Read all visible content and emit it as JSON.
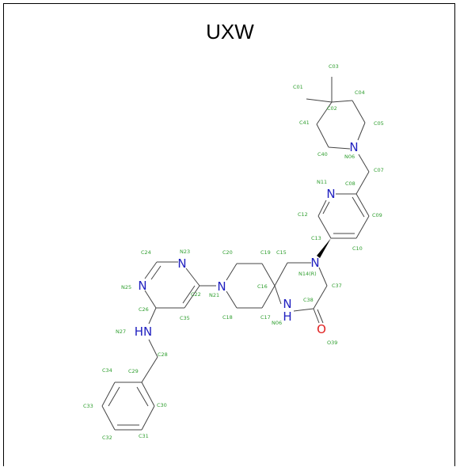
{
  "molecule": {
    "title": "UXW",
    "colors": {
      "bond": "#444444",
      "label": "#2e9e2e",
      "nitrogen": "#2020c0",
      "oxygen": "#e02020"
    },
    "heteroatoms": [
      {
        "id": "n06",
        "symbol": "N"
      },
      {
        "id": "n11",
        "symbol": "N"
      },
      {
        "id": "n14",
        "symbol": "N"
      },
      {
        "id": "n06b",
        "symbol": "N"
      },
      {
        "id": "h06b",
        "symbol": "H"
      },
      {
        "id": "o39",
        "symbol": "O"
      },
      {
        "id": "n21",
        "symbol": "N"
      },
      {
        "id": "n23",
        "symbol": "N"
      },
      {
        "id": "n25",
        "symbol": "N"
      },
      {
        "id": "n27",
        "symbol": "HN"
      }
    ],
    "atom_labels": [
      {
        "id": "c03",
        "text": "C03"
      },
      {
        "id": "c01",
        "text": "C01"
      },
      {
        "id": "c04",
        "text": "C04"
      },
      {
        "id": "c02",
        "text": "C02"
      },
      {
        "id": "c41",
        "text": "C41"
      },
      {
        "id": "c05",
        "text": "C05"
      },
      {
        "id": "c40",
        "text": "C40"
      },
      {
        "id": "n06lbl",
        "text": "N06"
      },
      {
        "id": "c07",
        "text": "C07"
      },
      {
        "id": "n11lbl",
        "text": "N11"
      },
      {
        "id": "c08",
        "text": "C08"
      },
      {
        "id": "c12",
        "text": "C12"
      },
      {
        "id": "c09",
        "text": "C09"
      },
      {
        "id": "c13",
        "text": "C13"
      },
      {
        "id": "c10",
        "text": "C10"
      },
      {
        "id": "c24",
        "text": "C24"
      },
      {
        "id": "n23lbl",
        "text": "N23"
      },
      {
        "id": "c20",
        "text": "C20"
      },
      {
        "id": "c19",
        "text": "C19"
      },
      {
        "id": "c15",
        "text": "C15"
      },
      {
        "id": "n14lbl",
        "text": "N14(R)"
      },
      {
        "id": "n25lbl",
        "text": "N25"
      },
      {
        "id": "c22",
        "text": "C22"
      },
      {
        "id": "n21lbl",
        "text": "N21"
      },
      {
        "id": "c16",
        "text": "C16"
      },
      {
        "id": "c37",
        "text": "C37"
      },
      {
        "id": "c38",
        "text": "C38"
      },
      {
        "id": "c26",
        "text": "C26"
      },
      {
        "id": "c35",
        "text": "C35"
      },
      {
        "id": "c18",
        "text": "C18"
      },
      {
        "id": "c17",
        "text": "C17"
      },
      {
        "id": "n06c",
        "text": "N06"
      },
      {
        "id": "n27lbl",
        "text": "N27"
      },
      {
        "id": "o39lbl",
        "text": "O39"
      },
      {
        "id": "c28",
        "text": "C28"
      },
      {
        "id": "c34",
        "text": "C34"
      },
      {
        "id": "c29",
        "text": "C29"
      },
      {
        "id": "c33",
        "text": "C33"
      },
      {
        "id": "c30",
        "text": "C30"
      },
      {
        "id": "c32",
        "text": "C32"
      },
      {
        "id": "c31",
        "text": "C31"
      }
    ]
  }
}
